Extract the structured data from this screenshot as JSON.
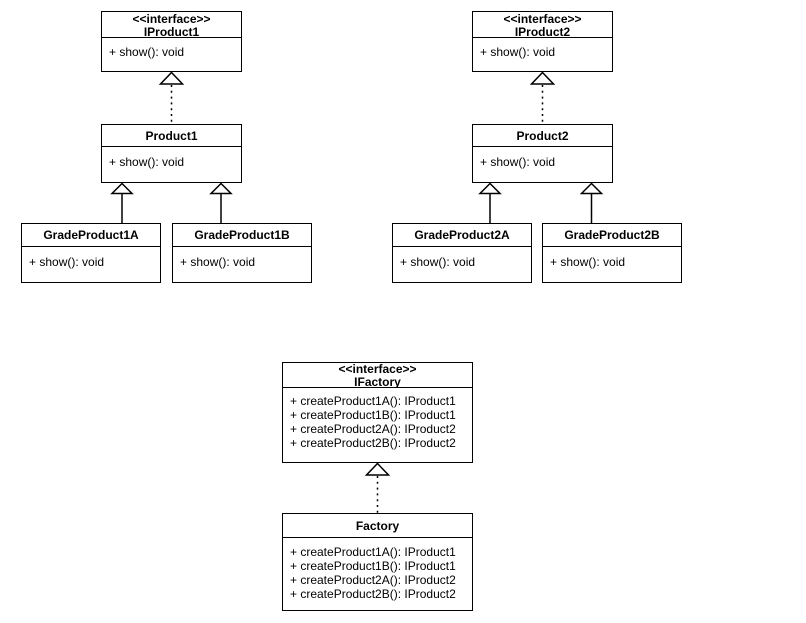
{
  "colors": {
    "stroke": "#000000",
    "fill": "#ffffff",
    "text": "#000000"
  },
  "classes": [
    {
      "id": "IProduct1",
      "stereotype": "<<interface>>",
      "name": "IProduct1",
      "methods": [
        "+ show(): void"
      ]
    },
    {
      "id": "Product1",
      "name": "Product1",
      "methods": [
        "+ show(): void"
      ]
    },
    {
      "id": "GradeProduct1A",
      "name": "GradeProduct1A",
      "methods": [
        "+ show(): void"
      ]
    },
    {
      "id": "GradeProduct1B",
      "name": "GradeProduct1B",
      "methods": [
        "+ show(): void"
      ]
    },
    {
      "id": "IProduct2",
      "stereotype": "<<interface>>",
      "name": "IProduct2",
      "methods": [
        "+ show(): void"
      ]
    },
    {
      "id": "Product2",
      "name": "Product2",
      "methods": [
        "+ show(): void"
      ]
    },
    {
      "id": "GradeProduct2A",
      "name": "GradeProduct2A",
      "methods": [
        "+ show(): void"
      ]
    },
    {
      "id": "GradeProduct2B",
      "name": "GradeProduct2B",
      "methods": [
        "+ show(): void"
      ]
    },
    {
      "id": "IFactory",
      "stereotype": "<<interface>>",
      "name": "IFactory",
      "methods": [
        "+ createProduct1A(): IProduct1",
        "+ createProduct1B(): IProduct1",
        "+ createProduct2A(): IProduct2",
        "+ createProduct2B(): IProduct2"
      ]
    },
    {
      "id": "Factory",
      "name": "Factory",
      "methods": [
        "+ createProduct1A(): IProduct1",
        "+ createProduct1B(): IProduct1",
        "+ createProduct2A(): IProduct2",
        "+ createProduct2B(): IProduct2"
      ]
    }
  ],
  "relationships": [
    {
      "type": "realization",
      "from": "Product1",
      "to": "IProduct1"
    },
    {
      "type": "realization",
      "from": "Product2",
      "to": "IProduct2"
    },
    {
      "type": "generalization",
      "from": "GradeProduct1A",
      "to": "Product1"
    },
    {
      "type": "generalization",
      "from": "GradeProduct1B",
      "to": "Product1"
    },
    {
      "type": "generalization",
      "from": "GradeProduct2A",
      "to": "Product2"
    },
    {
      "type": "generalization",
      "from": "GradeProduct2B",
      "to": "Product2"
    },
    {
      "type": "realization",
      "from": "Factory",
      "to": "IFactory"
    }
  ]
}
